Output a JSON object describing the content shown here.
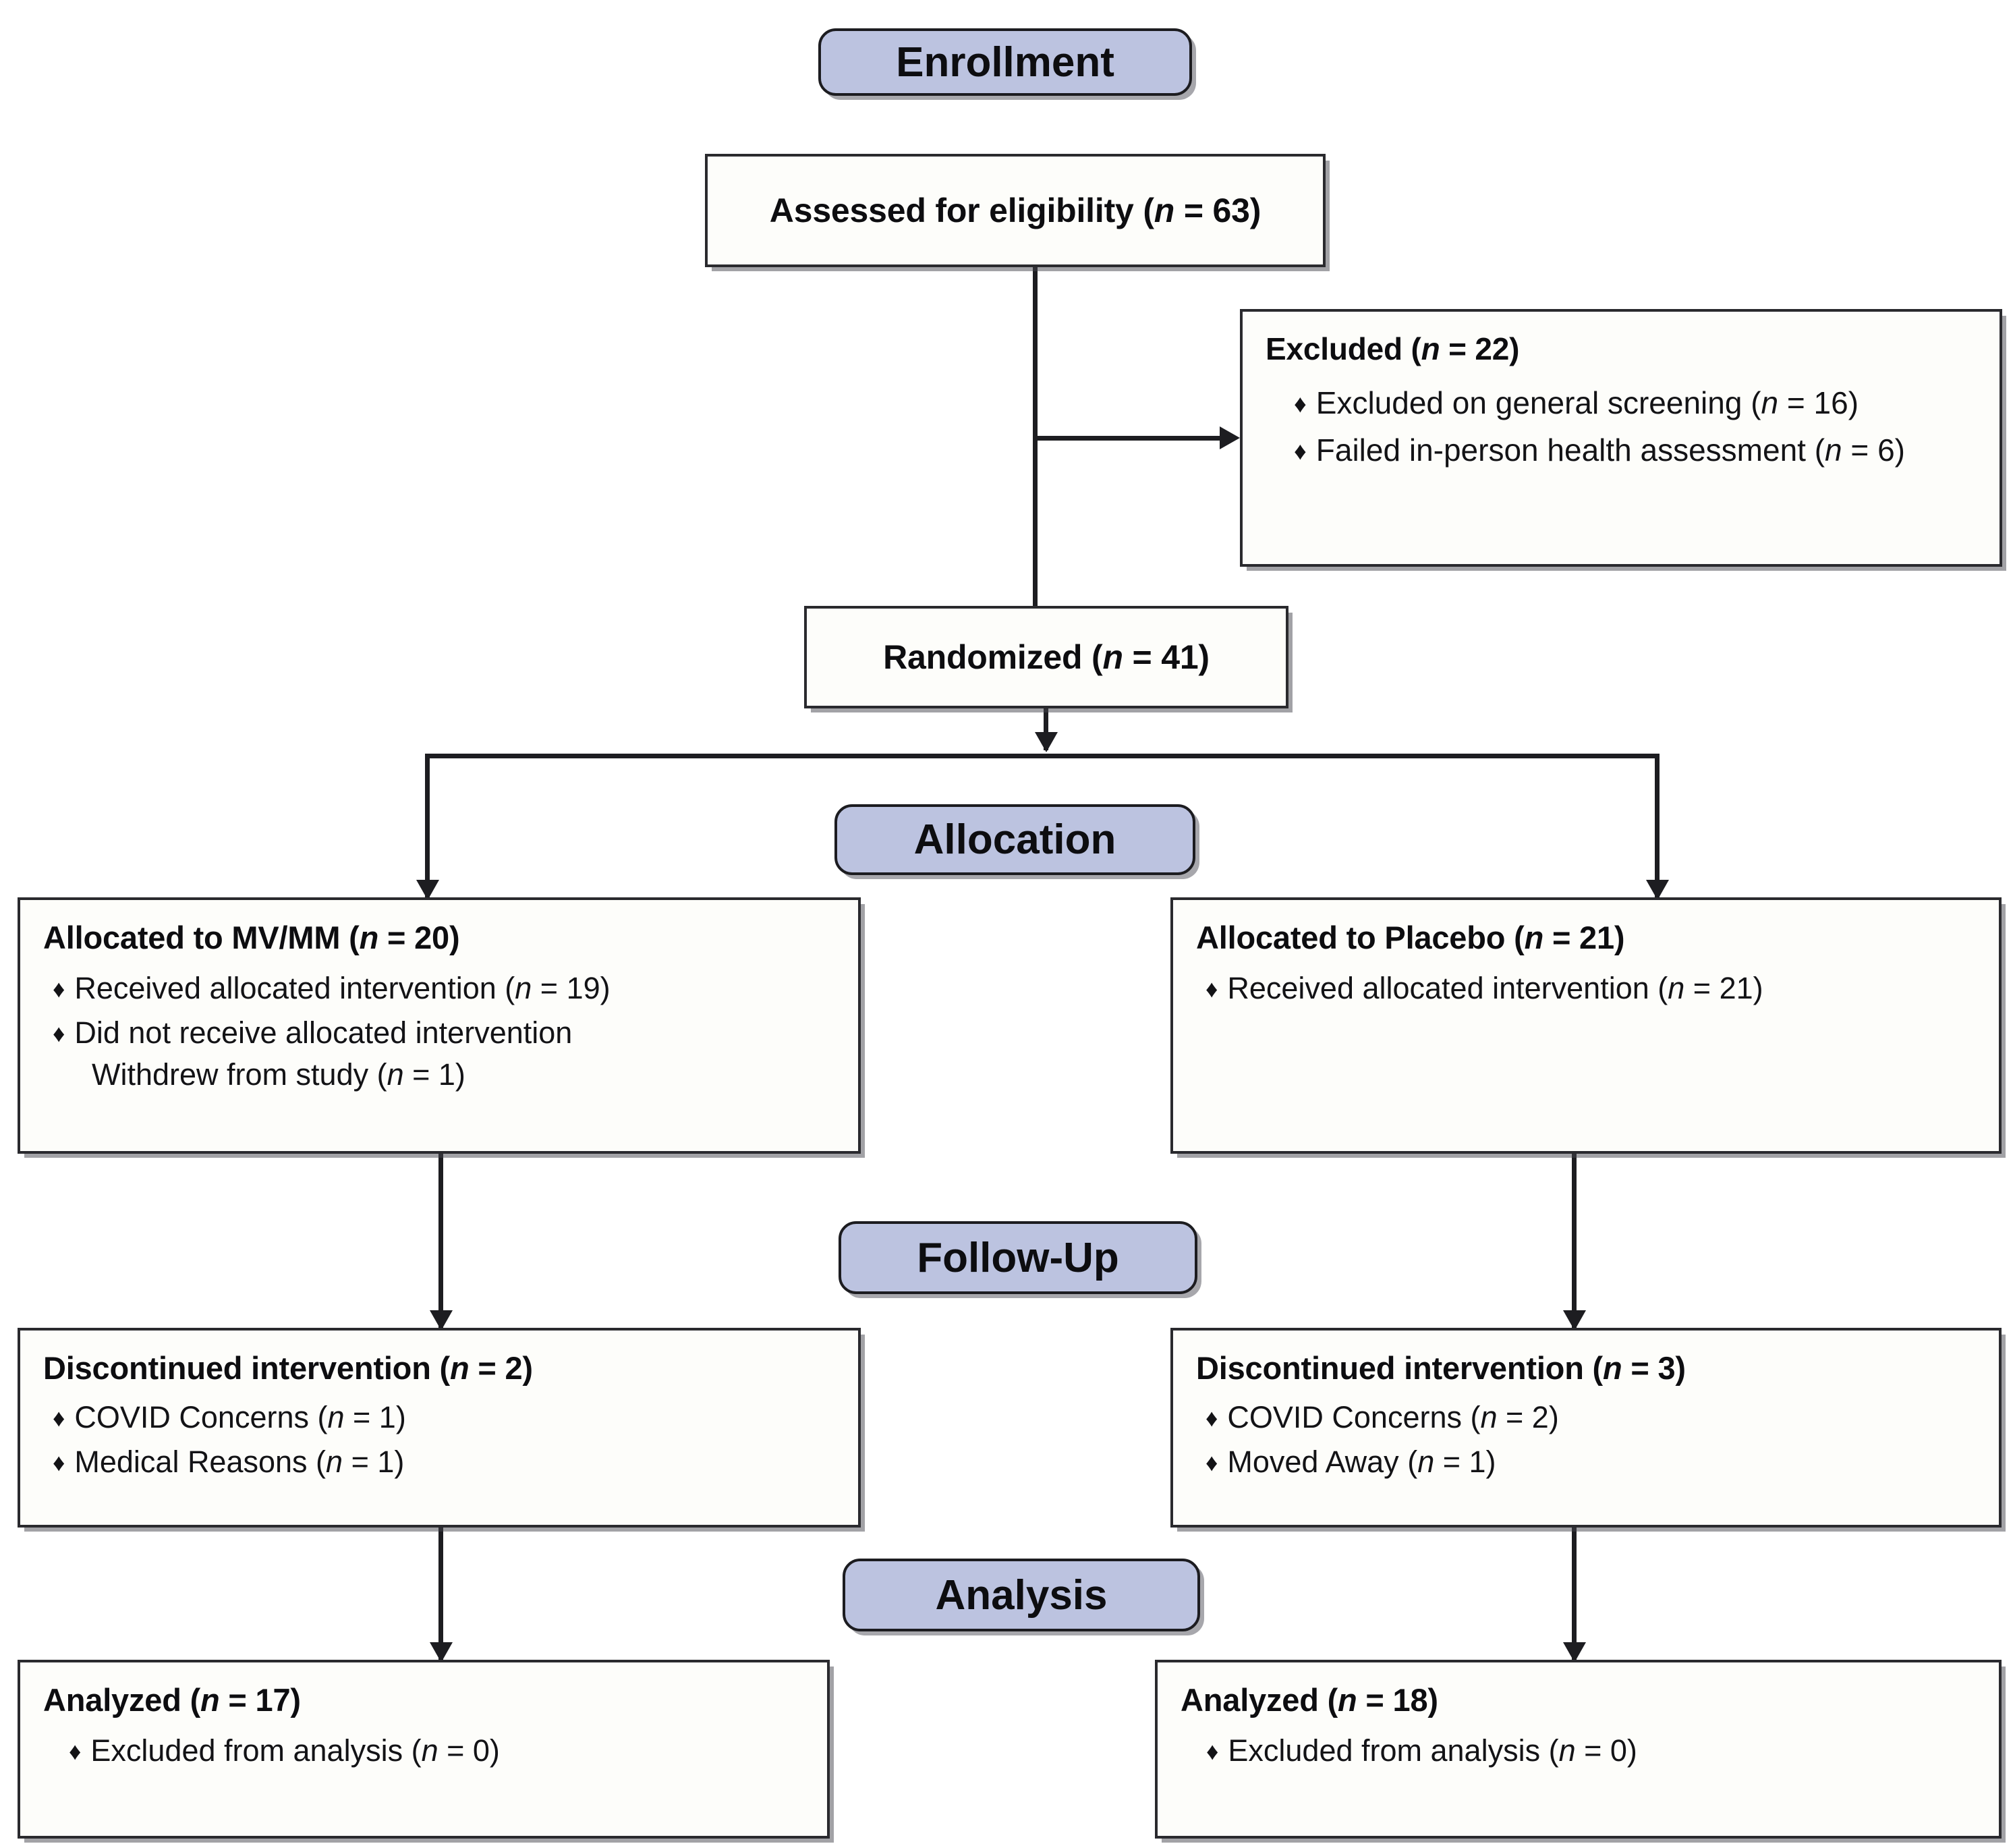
{
  "diagram": {
    "type": "consort-flow-diagram",
    "stages": [
      {
        "id": "enrollment",
        "label": "Enrollment"
      },
      {
        "id": "allocation",
        "label": "Allocation"
      },
      {
        "id": "followup",
        "label": "Follow-Up"
      },
      {
        "id": "analysis",
        "label": "Analysis"
      }
    ],
    "nodes": {
      "assessed": {
        "title_prefix": "Assessed for eligibility (",
        "nvar": "n",
        "title_suffix": " = 63)"
      },
      "excluded": {
        "title_prefix": "Excluded (",
        "nvar": "n",
        "title_suffix": " = 22)",
        "bullets": [
          {
            "marker": "♦",
            "text_prefix": "Excluded on general screening (",
            "nvar": "n",
            "text_suffix": " = 16)"
          },
          {
            "marker": "♦",
            "text_prefix": "Failed in-person health assessment (",
            "nvar": "n",
            "text_suffix": " = 6)"
          }
        ]
      },
      "randomized": {
        "title_prefix": "Randomized (",
        "nvar": "n",
        "title_suffix": " = 41)"
      },
      "alloc_left": {
        "title_prefix": "Allocated to MV/MM (",
        "nvar": "n",
        "title_suffix": " = 20)",
        "bullets": [
          {
            "marker": "♦",
            "text_prefix": "Received allocated intervention (",
            "nvar": "n",
            "text_suffix": " = 19)"
          },
          {
            "marker": "♦",
            "text_prefix": "Did not receive allocated intervention",
            "nvar": "",
            "text_suffix": ""
          }
        ],
        "subline_prefix": "Withdrew from study (",
        "subline_nvar": "n",
        "subline_suffix": " = 1)"
      },
      "alloc_right": {
        "title_prefix": "Allocated to Placebo (",
        "nvar": "n",
        "title_suffix": " = 21)",
        "bullets": [
          {
            "marker": "♦",
            "text_prefix": "Received allocated intervention (",
            "nvar": "n",
            "text_suffix": " = 21)"
          }
        ]
      },
      "follow_left": {
        "title_prefix": "Discontinued intervention (",
        "nvar": "n",
        "title_suffix": " = 2)",
        "bullets": [
          {
            "marker": "♦",
            "text_prefix": "COVID Concerns (",
            "nvar": "n",
            "text_suffix": " = 1)"
          },
          {
            "marker": "♦",
            "text_prefix": "Medical Reasons (",
            "nvar": "n",
            "text_suffix": " = 1)"
          }
        ]
      },
      "follow_right": {
        "title_prefix": "Discontinued intervention (",
        "nvar": "n",
        "title_suffix": " = 3)",
        "bullets": [
          {
            "marker": "♦",
            "text_prefix": "COVID Concerns (",
            "nvar": "n",
            "text_suffix": " = 2)"
          },
          {
            "marker": "♦",
            "text_prefix": "Moved Away (",
            "nvar": "n",
            "text_suffix": " = 1)"
          }
        ]
      },
      "analysis_left": {
        "title_prefix": "Analyzed (",
        "nvar": "n",
        "title_suffix": " = 17)",
        "bullets": [
          {
            "marker": "♦",
            "text_prefix": "Excluded from analysis (",
            "nvar": "n",
            "text_suffix": " = 0)"
          }
        ]
      },
      "analysis_right": {
        "title_prefix": "Analyzed (",
        "nvar": "n",
        "title_suffix": " = 18)",
        "bullets": [
          {
            "marker": "♦",
            "text_prefix": "Excluded from analysis (",
            "nvar": "n",
            "text_suffix": " = 0)"
          }
        ]
      }
    },
    "counts": {
      "assessed_for_eligibility": 63,
      "excluded_total": 22,
      "excluded_general_screening": 16,
      "excluded_failed_health_assessment": 6,
      "randomized": 41,
      "allocated_mvmm": 20,
      "mvmm_received_intervention": 19,
      "mvmm_withdrew_from_study": 1,
      "allocated_placebo": 21,
      "placebo_received_intervention": 21,
      "mvmm_discontinued": 2,
      "mvmm_discontinued_covid": 1,
      "mvmm_discontinued_medical": 1,
      "placebo_discontinued": 3,
      "placebo_discontinued_covid": 2,
      "placebo_discontinued_moved": 1,
      "mvmm_analyzed": 17,
      "mvmm_excluded_from_analysis": 0,
      "placebo_analyzed": 18,
      "placebo_excluded_from_analysis": 0
    },
    "colors": {
      "stage_fill": "#bcc3e0",
      "box_fill": "#fdfdfa",
      "line": "#1d1d21",
      "text": "#0d0d10",
      "background": "#ffffff"
    }
  }
}
